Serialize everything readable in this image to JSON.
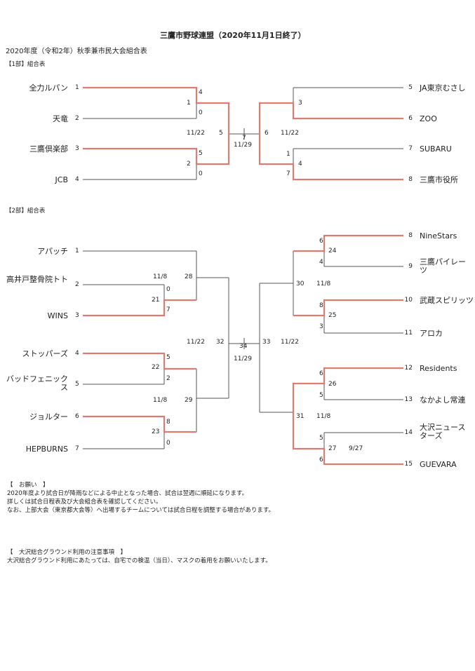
{
  "header": {
    "title": "三鷹市野球連盟（2020年11月1日終了）",
    "subtitle": "2020年度（令和2年）秋季兼市民大会組合表"
  },
  "colors": {
    "winner_line": "#e07b72",
    "line": "#555555",
    "text": "#222222"
  },
  "division1": {
    "label": "【1部】組合表",
    "teams_left": [
      {
        "seed": "1",
        "name": "全力ルパン"
      },
      {
        "seed": "2",
        "name": "天竜"
      },
      {
        "seed": "3",
        "name": "三鷹倶楽部"
      },
      {
        "seed": "4",
        "name": "JCB"
      }
    ],
    "teams_right": [
      {
        "seed": "5",
        "name": "JA東京むさし"
      },
      {
        "seed": "6",
        "name": "ZOO"
      },
      {
        "seed": "7",
        "name": "SUBARU"
      },
      {
        "seed": "8",
        "name": "三鷹市役所"
      }
    ],
    "scores": {
      "g1_a": "4",
      "g1_b": "0",
      "g1_id": "1",
      "g2_a": "5",
      "g2_b": "0",
      "g2_id": "2",
      "g3_a": "3",
      "g3_id": "3",
      "g4_a": "1",
      "g4_b": "7",
      "g4_id": "4",
      "semi_left_date": "11/22",
      "semi_left_id": "5",
      "semi_right_id": "6",
      "semi_right_date": "11/22",
      "final_id": "7",
      "final_date": "11/29"
    }
  },
  "division2": {
    "label": "【2部】組合表",
    "teams_left": [
      {
        "seed": "1",
        "name": "アパッチ"
      },
      {
        "seed": "2",
        "name": "高井戸整骨院トト"
      },
      {
        "seed": "3",
        "name": "WINS"
      },
      {
        "seed": "4",
        "name": "ストッパーズ"
      },
      {
        "seed": "5",
        "name": "バッドフェニックス"
      },
      {
        "seed": "6",
        "name": "ジョルター"
      },
      {
        "seed": "7",
        "name": "HEPBURNS"
      }
    ],
    "teams_right": [
      {
        "seed": "8",
        "name": "NineStars"
      },
      {
        "seed": "9",
        "name": "三鷹パイレーツ"
      },
      {
        "seed": "10",
        "name": "武蔵スピリッツ"
      },
      {
        "seed": "11",
        "name": "アロカ"
      },
      {
        "seed": "12",
        "name": "Residents"
      },
      {
        "seed": "13",
        "name": "なかよし常連"
      },
      {
        "seed": "14",
        "name": "大沢ニュースターズ"
      },
      {
        "seed": "15",
        "name": "GUEVARA"
      }
    ],
    "scores": {
      "g21_id": "21",
      "g21_a": "0",
      "g21_b": "7",
      "g22_id": "22",
      "g22_a": "5",
      "g22_b": "2",
      "g23_id": "23",
      "g23_a": "8",
      "g23_b": "0",
      "g24_id": "24",
      "g24_a": "6",
      "g24_b": "4",
      "g25_id": "25",
      "g25_a": "8",
      "g25_b": "3",
      "g26_id": "26",
      "g26_a": "6",
      "g26_b": "5",
      "g27_id": "27",
      "g27_a": "5",
      "g27_b": "6",
      "g27_date": "9/27",
      "g28_id": "28",
      "g28_date": "11/8",
      "g29_id": "29",
      "g29_date": "11/8",
      "g30_id": "30",
      "g30_date": "11/8",
      "g31_id": "31",
      "g31_date": "11/8",
      "g32_id": "32",
      "g32_date": "11/22",
      "g33_id": "33",
      "g33_date": "11/22",
      "final_id": "34",
      "final_date": "11/29"
    }
  },
  "notice": {
    "heading": "【　お願い　】",
    "lines": [
      "2020年度より試合日が降雨などによる中止となった場合、試合は翌週に順延になります。",
      "詳しくは試合日程表及び大会組合表を確認してください。",
      "なお、上部大会（東京都大会等）へ出場するチームについては試合日程を調整する場合があります。"
    ]
  },
  "ground": {
    "heading": "【　大沢総合グラウンド利用の注意事項　】",
    "text": "大沢総合グラウンド利用にあたっては、自宅での検温（当日）、マスクの着用をお願いいたします。"
  }
}
